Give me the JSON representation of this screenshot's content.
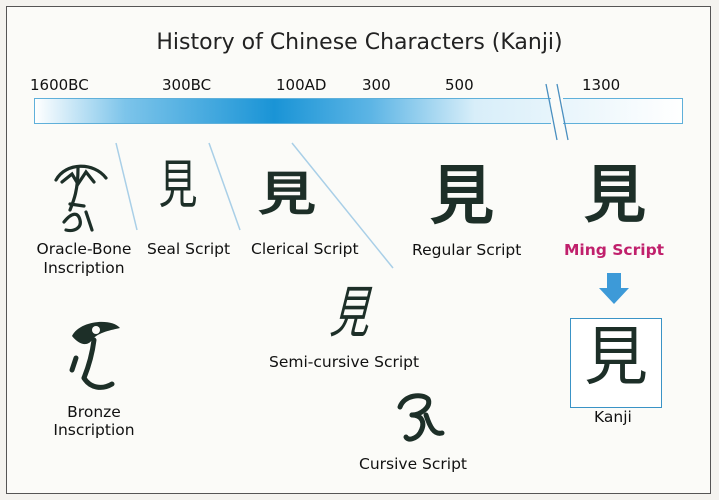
{
  "title": "History of Chinese Characters (Kanji)",
  "timeline": {
    "years": [
      "1600BC",
      "300BC",
      "100AD",
      "300",
      "500",
      "1300"
    ]
  },
  "scripts": {
    "oracle_bone": {
      "label_line1": "Oracle-Bone",
      "label_line2": "Inscription"
    },
    "seal": {
      "label": "Seal Script",
      "glyph": "見"
    },
    "clerical": {
      "label": "Clerical Script",
      "glyph": "見"
    },
    "regular": {
      "label": "Regular Script",
      "glyph": "見"
    },
    "ming": {
      "label": "Ming Script",
      "glyph": "見"
    },
    "bronze": {
      "label_line1": "Bronze",
      "label_line2": "Inscription"
    },
    "semi_cursive": {
      "label": "Semi-cursive Script",
      "glyph": "見"
    },
    "cursive": {
      "label": "Cursive Script"
    },
    "kanji": {
      "label": "Kanji",
      "glyph": "見"
    }
  },
  "colors": {
    "ming_label": "#c0206c",
    "timeline_blue": "#1a94d6",
    "arrow": "#3d9ad8"
  }
}
